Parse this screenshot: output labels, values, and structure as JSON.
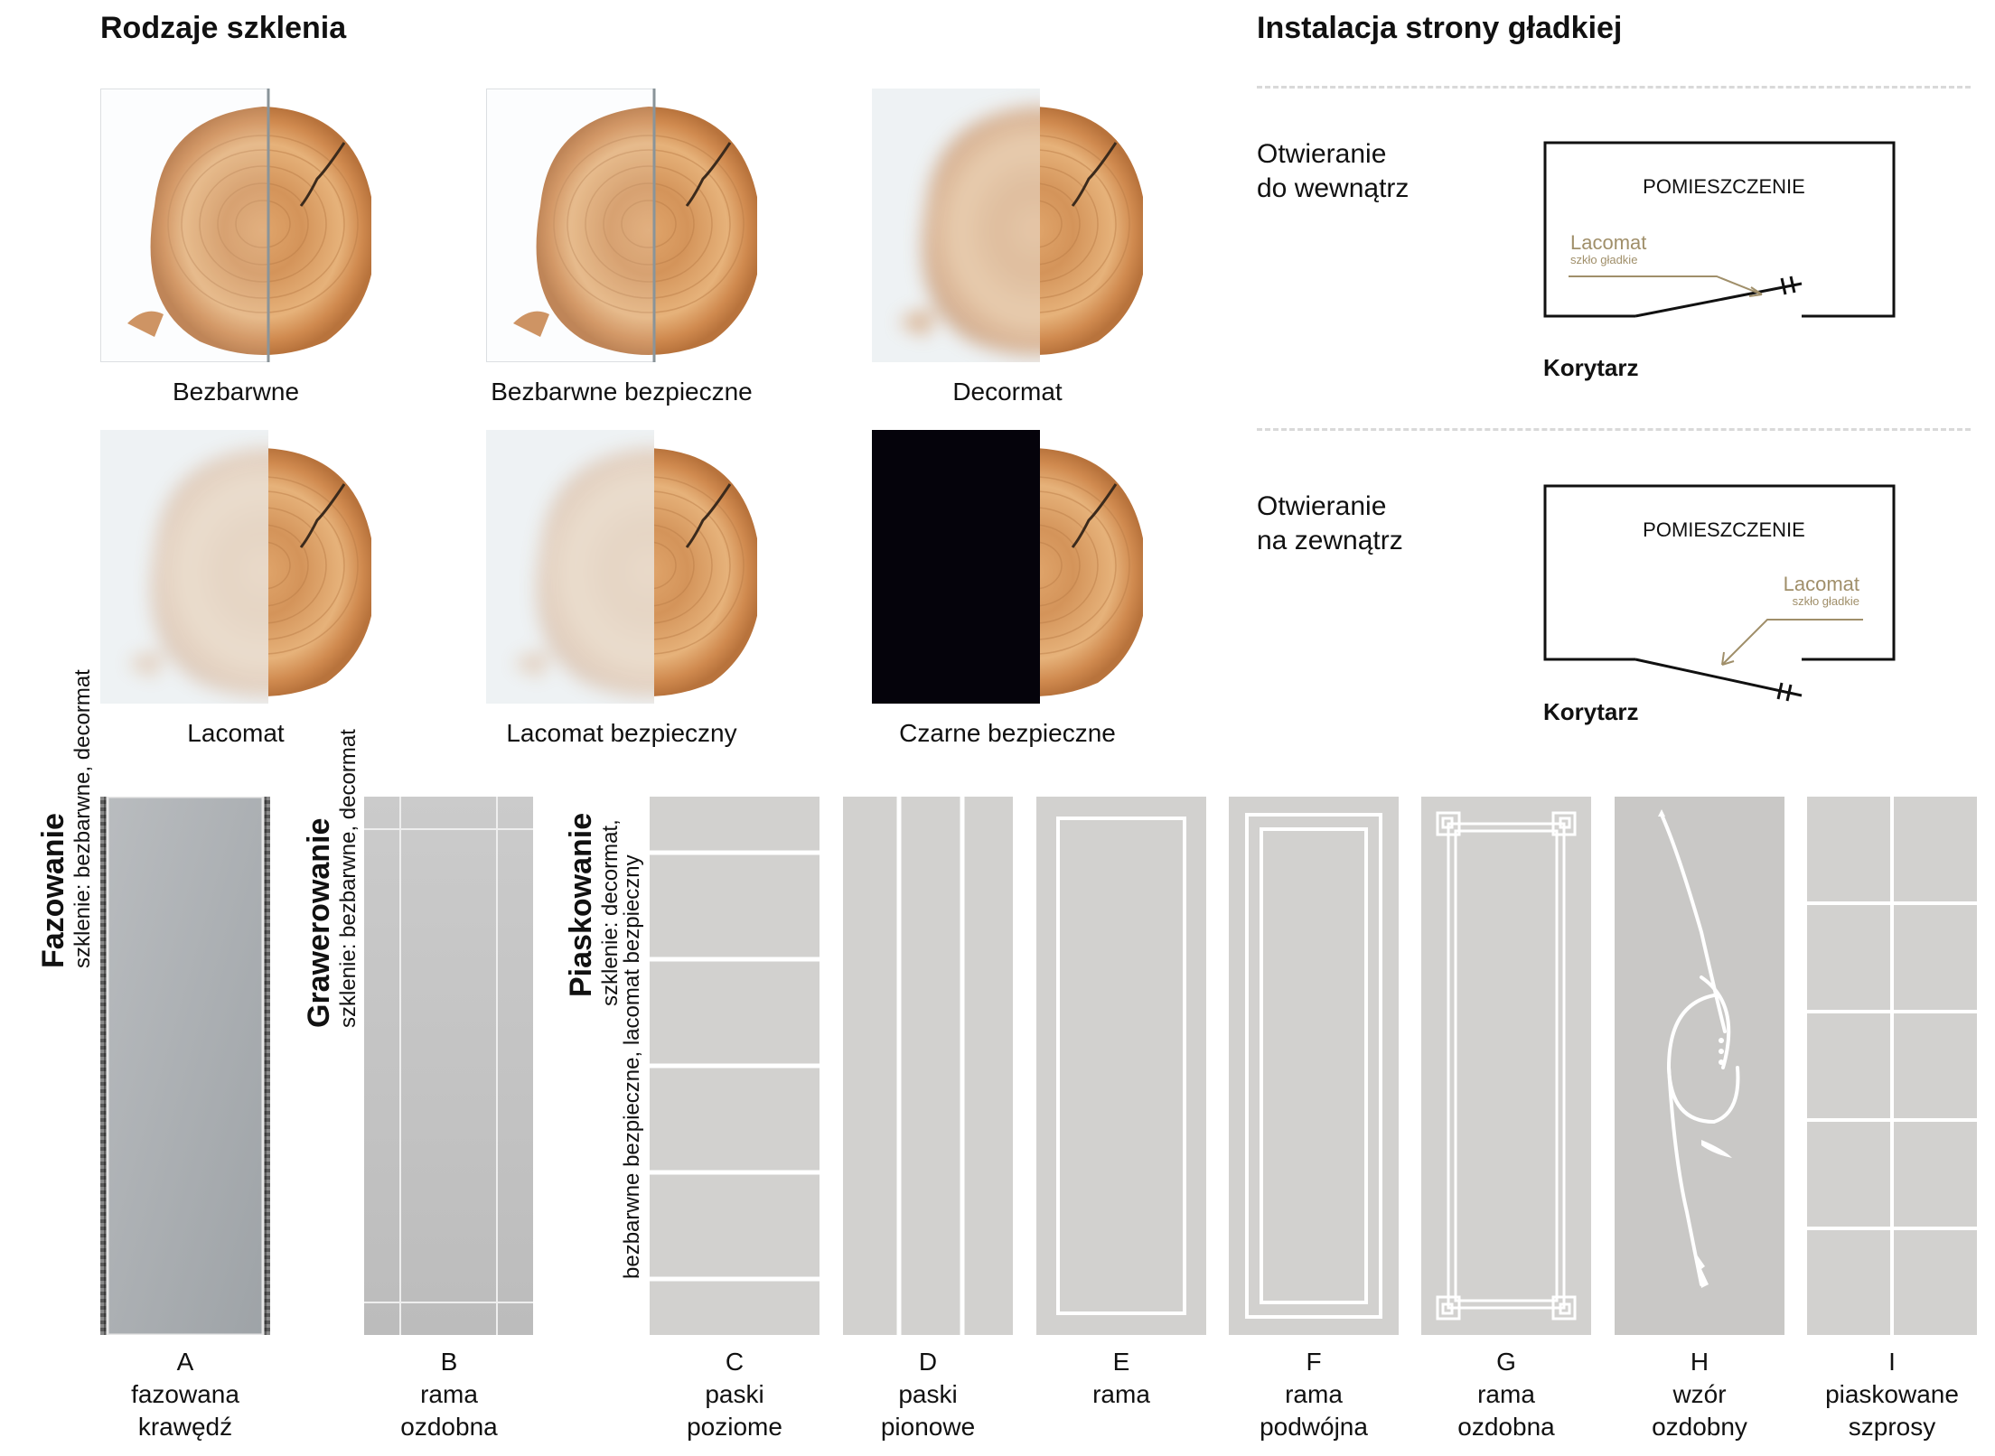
{
  "left_title": "Rodzaje szklenia",
  "right_title": "Instalacja strony gładkiej",
  "glazing": [
    {
      "name": "Bezbarwne",
      "overlay": "clear"
    },
    {
      "name": "Bezbarwne bezpieczne",
      "overlay": "clear"
    },
    {
      "name": "Decormat",
      "overlay": "frosted"
    },
    {
      "name": "Lacomat",
      "overlay": "frosted-white"
    },
    {
      "name": "Lacomat bezpieczny",
      "overlay": "frosted-white"
    },
    {
      "name": "Czarne bezpieczne",
      "overlay": "black"
    }
  ],
  "installation": [
    {
      "title_line1": "Otwieranie",
      "title_line2": "do wewnątrz",
      "room": "POMIESZCZENIE",
      "lacomat": "Lacomat",
      "smooth": "szkło gładkie",
      "corridor": "Korytarz"
    },
    {
      "title_line1": "Otwieranie",
      "title_line2": "na zewnątrz",
      "room": "POMIESZCZENIE",
      "lacomat": "Lacomat",
      "smooth": "szkło gładkie",
      "corridor": "Korytarz"
    }
  ],
  "sections": {
    "fazowanie": {
      "title": "Fazowanie",
      "sub": "szklenie: bezbarwne, decormat"
    },
    "grawerowanie": {
      "title": "Grawerowanie",
      "sub": "szklenie: bezbarwne, decormat"
    },
    "piaskowanie": {
      "title": "Piaskowanie",
      "sub1": "szklenie: decormat,",
      "sub2": "bezbarwne bezpieczne, lacomat bezpieczny"
    }
  },
  "panels": [
    {
      "letter": "A",
      "line1": "fazowana",
      "line2": "krawędź"
    },
    {
      "letter": "B",
      "line1": "rama",
      "line2": "ozdobna"
    },
    {
      "letter": "C",
      "line1": "paski",
      "line2": "poziome"
    },
    {
      "letter": "D",
      "line1": "paski",
      "line2": "pionowe"
    },
    {
      "letter": "E",
      "line1": "rama",
      "line2": ""
    },
    {
      "letter": "F",
      "line1": "rama",
      "line2": "podwójna"
    },
    {
      "letter": "G",
      "line1": "rama",
      "line2": "ozdobna"
    },
    {
      "letter": "H",
      "line1": "wzór",
      "line2": "ozdobny"
    },
    {
      "letter": "I",
      "line1": "piaskowane",
      "line2": "szprosy"
    }
  ],
  "colors": {
    "accent": "#a08f6a",
    "wood": "#d9a066",
    "panel": "#cfcdca",
    "black": "#05030b"
  }
}
